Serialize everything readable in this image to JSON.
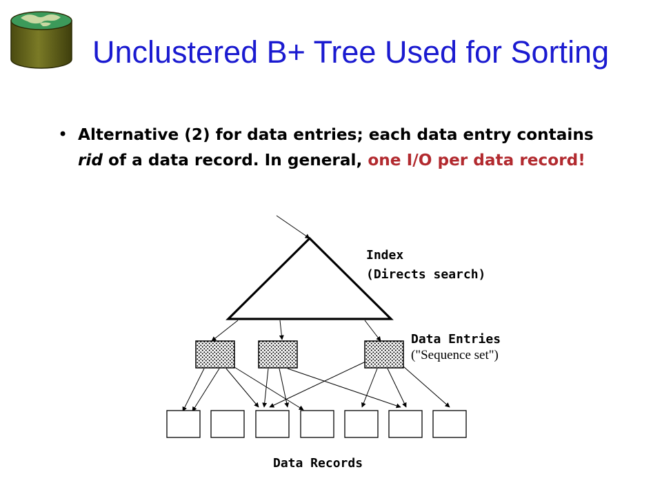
{
  "slide": {
    "title": "Unclustered B+ Tree Used for Sorting",
    "bullet": {
      "text_1": "Alternative (2) for data entries; each data entry contains ",
      "text_italic": "rid",
      "text_2": " of a data record.  In general, ",
      "highlight": "one I/O per data record!"
    }
  },
  "diagram": {
    "index_label": "Index",
    "index_sublabel": "(Directs search)",
    "entries_label": "Data Entries",
    "entries_sublabel": "(\"Sequence set\")",
    "records_label": "Data Records"
  },
  "colors": {
    "title": "#1a1ad0",
    "highlight": "#b22a2f",
    "logo_top": "#2f8f3a",
    "logo_body": "#6b6b1e"
  },
  "icons": {
    "logo": "database-cylinder-icon"
  }
}
